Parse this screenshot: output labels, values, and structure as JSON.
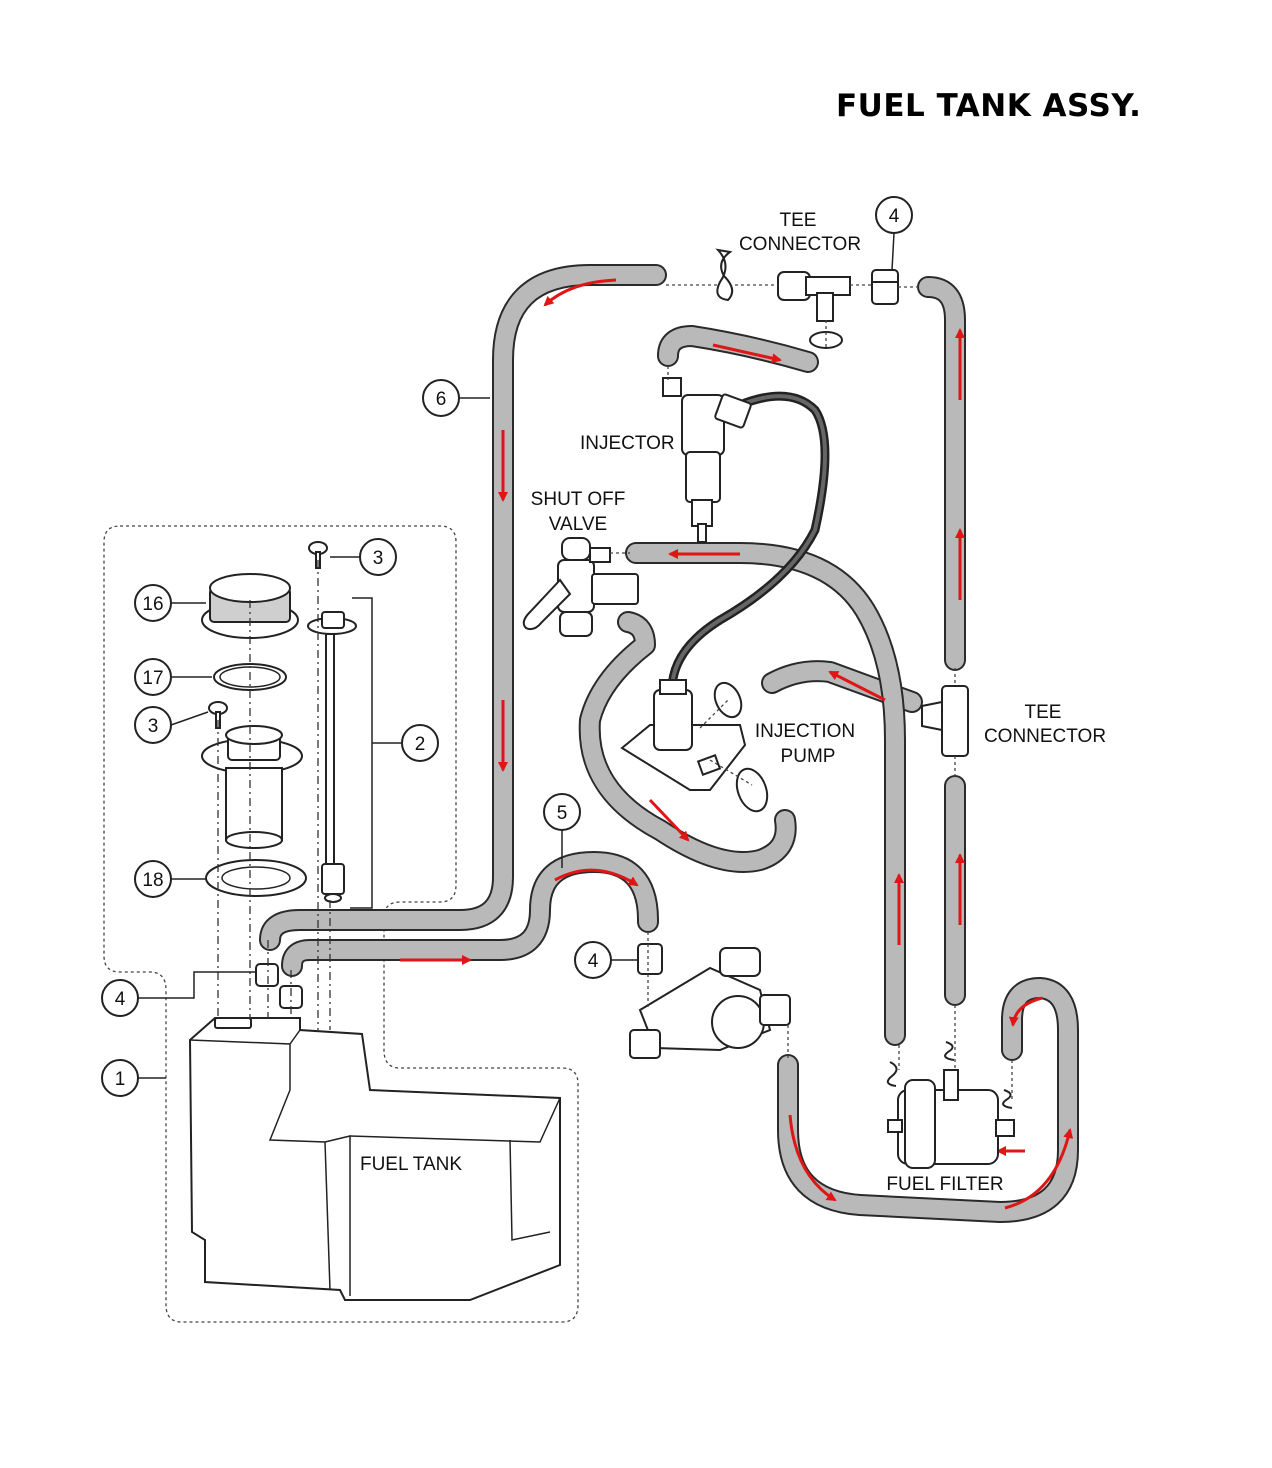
{
  "title": "FUEL TANK ASSY.",
  "labels": {
    "tee_connector_top": [
      "TEE",
      "CONNECTOR"
    ],
    "injector": "INJECTOR",
    "shut_off_valve": [
      "SHUT OFF",
      "VALVE"
    ],
    "injection_pump": [
      "INJECTION",
      "PUMP"
    ],
    "tee_connector_right": [
      "TEE",
      "CONNECTOR"
    ],
    "fuel_filter": "FUEL FILTER",
    "fuel_tank": "FUEL TANK"
  },
  "callouts": {
    "c4_top": "4",
    "c6": "6",
    "c3_upper": "3",
    "c16": "16",
    "c17": "17",
    "c3_lower": "3",
    "c2": "2",
    "c18": "18",
    "c5": "5",
    "c4_mid": "4",
    "c4_left": "4",
    "c1": "1"
  },
  "colors": {
    "hose": "#b9b9b9",
    "flow_arrow": "#e01515",
    "outline": "#222222"
  }
}
